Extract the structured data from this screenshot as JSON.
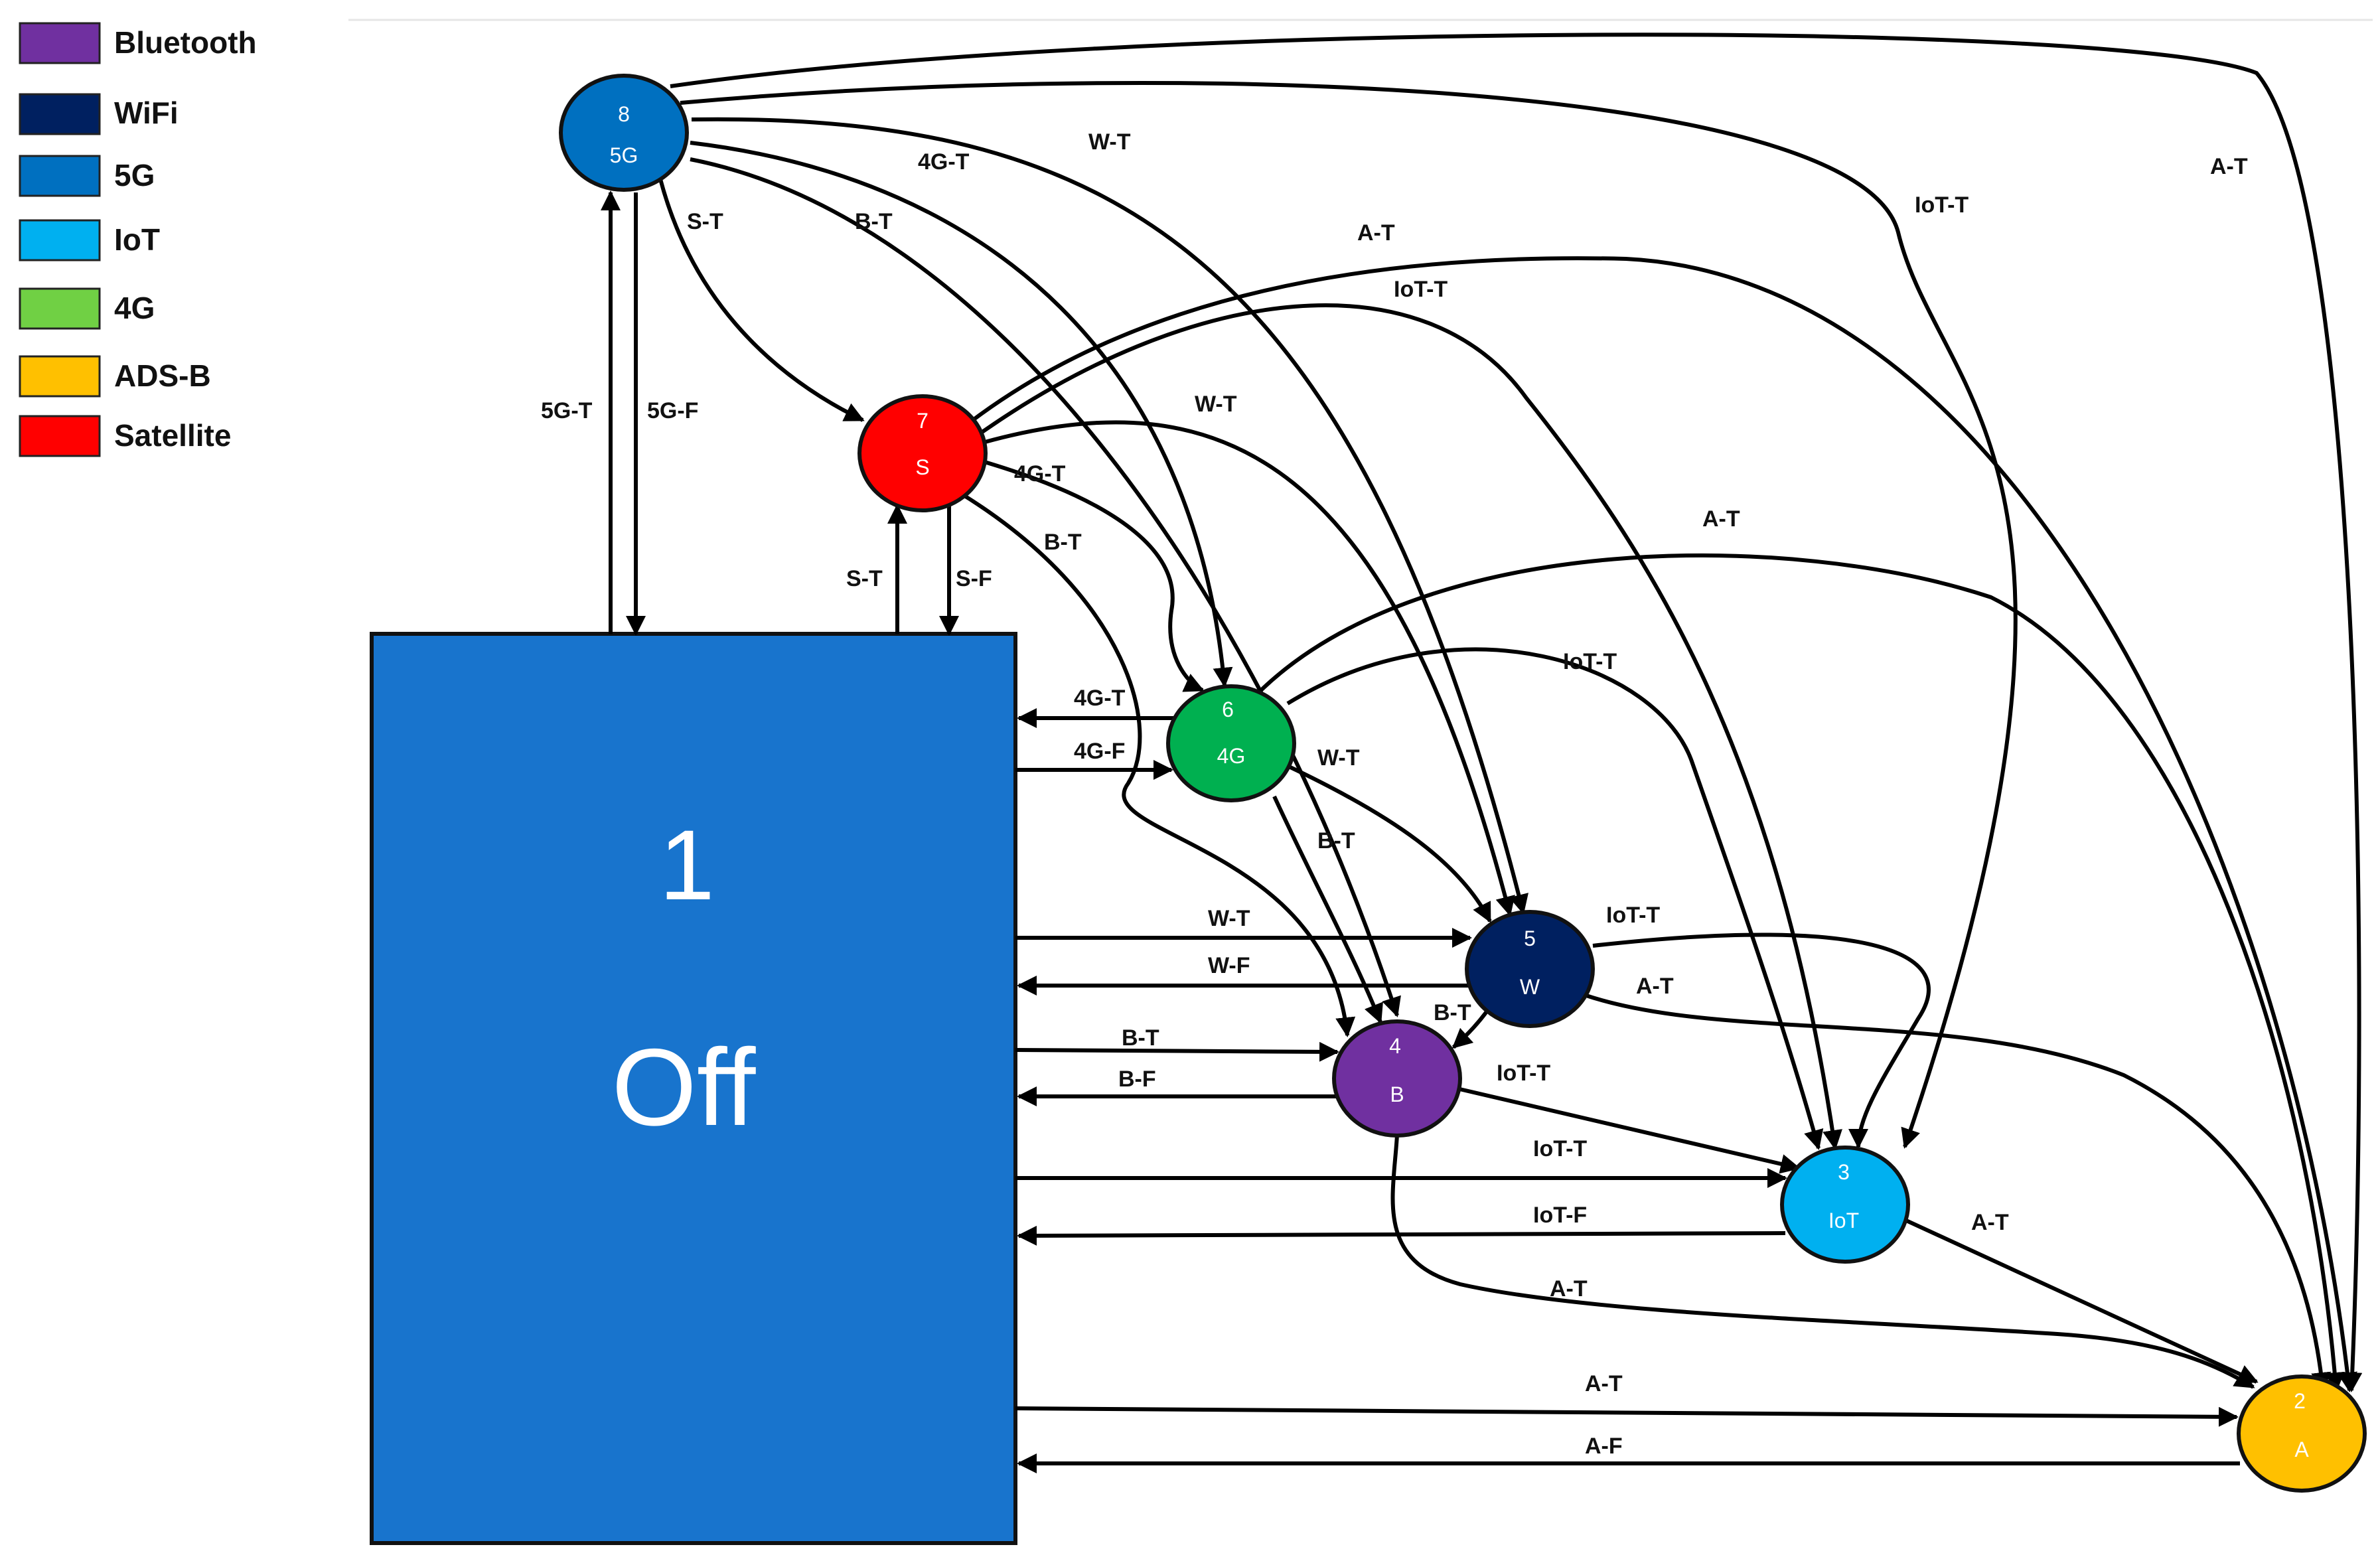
{
  "legend": [
    {
      "label": "Bluetooth",
      "color": "#7030A0"
    },
    {
      "label": "WiFi",
      "color": "#002060"
    },
    {
      "label": "5G",
      "color": "#0070C0"
    },
    {
      "label": "IoT",
      "color": "#00B0F0"
    },
    {
      "label": "4G",
      "color": "#70D044"
    },
    {
      "label": "ADS-B",
      "color": "#FFC000"
    },
    {
      "label": "Satellite",
      "color": "#FF0000"
    }
  ],
  "off_state": {
    "number": "1",
    "label": "Off",
    "color": "#1874CD"
  },
  "nodes": {
    "n2": {
      "number": "2",
      "abbr": "A",
      "color": "#FFC000"
    },
    "n3": {
      "number": "3",
      "abbr": "IoT",
      "color": "#00B0F0"
    },
    "n4": {
      "number": "4",
      "abbr": "B",
      "color": "#7030A0"
    },
    "n5": {
      "number": "5",
      "abbr": "W",
      "color": "#002060"
    },
    "n6": {
      "number": "6",
      "abbr": "4G",
      "color": "#00B050"
    },
    "n7": {
      "number": "7",
      "abbr": "S",
      "color": "#FF0000"
    },
    "n8": {
      "number": "8",
      "abbr": "5G",
      "color": "#0070C0"
    }
  },
  "edges": [
    {
      "from": "off",
      "to": "n8",
      "label": "5G-T"
    },
    {
      "from": "n8",
      "to": "off",
      "label": "5G-F"
    },
    {
      "from": "off",
      "to": "n7",
      "label": "S-T"
    },
    {
      "from": "n7",
      "to": "off",
      "label": "S-F"
    },
    {
      "from": "n6",
      "to": "off",
      "label": "4G-T"
    },
    {
      "from": "off",
      "to": "n6",
      "label": "4G-F"
    },
    {
      "from": "off",
      "to": "n5",
      "label": "W-T"
    },
    {
      "from": "n5",
      "to": "off",
      "label": "W-F"
    },
    {
      "from": "off",
      "to": "n4",
      "label": "B-T"
    },
    {
      "from": "n4",
      "to": "off",
      "label": "B-F"
    },
    {
      "from": "off",
      "to": "n3",
      "label": "IoT-T"
    },
    {
      "from": "n3",
      "to": "off",
      "label": "IoT-F"
    },
    {
      "from": "off",
      "to": "n2",
      "label": "A-T"
    },
    {
      "from": "n2",
      "to": "off",
      "label": "A-F"
    },
    {
      "from": "n8",
      "to": "n7",
      "label": "S-T"
    },
    {
      "from": "n8",
      "to": "n4",
      "label": "B-T"
    },
    {
      "from": "n8",
      "to": "n6",
      "label": "4G-T"
    },
    {
      "from": "n8",
      "to": "n5",
      "label": "W-T"
    },
    {
      "from": "n8",
      "to": "n3",
      "label": "IoT-T"
    },
    {
      "from": "n8",
      "to": "n2",
      "label": "A-T"
    },
    {
      "from": "n7",
      "to": "n2",
      "label": "A-T"
    },
    {
      "from": "n7",
      "to": "n3",
      "label": "IoT-T"
    },
    {
      "from": "n7",
      "to": "n5",
      "label": "W-T"
    },
    {
      "from": "n7",
      "to": "n6",
      "label": "4G-T"
    },
    {
      "from": "n7",
      "to": "n4",
      "label": "B-T"
    },
    {
      "from": "n6",
      "to": "n2",
      "label": "A-T"
    },
    {
      "from": "n6",
      "to": "n3",
      "label": "IoT-T"
    },
    {
      "from": "n6",
      "to": "n5",
      "label": "W-T"
    },
    {
      "from": "n6",
      "to": "n4",
      "label": "B-T"
    },
    {
      "from": "n5",
      "to": "n3",
      "label": "IoT-T"
    },
    {
      "from": "n5",
      "to": "n2",
      "label": "A-T"
    },
    {
      "from": "n5",
      "to": "n4",
      "label": "B-T"
    },
    {
      "from": "n4",
      "to": "n3",
      "label": "IoT-T"
    },
    {
      "from": "n4",
      "to": "n2",
      "label": "A-T"
    },
    {
      "from": "n3",
      "to": "n2",
      "label": "A-T"
    }
  ]
}
